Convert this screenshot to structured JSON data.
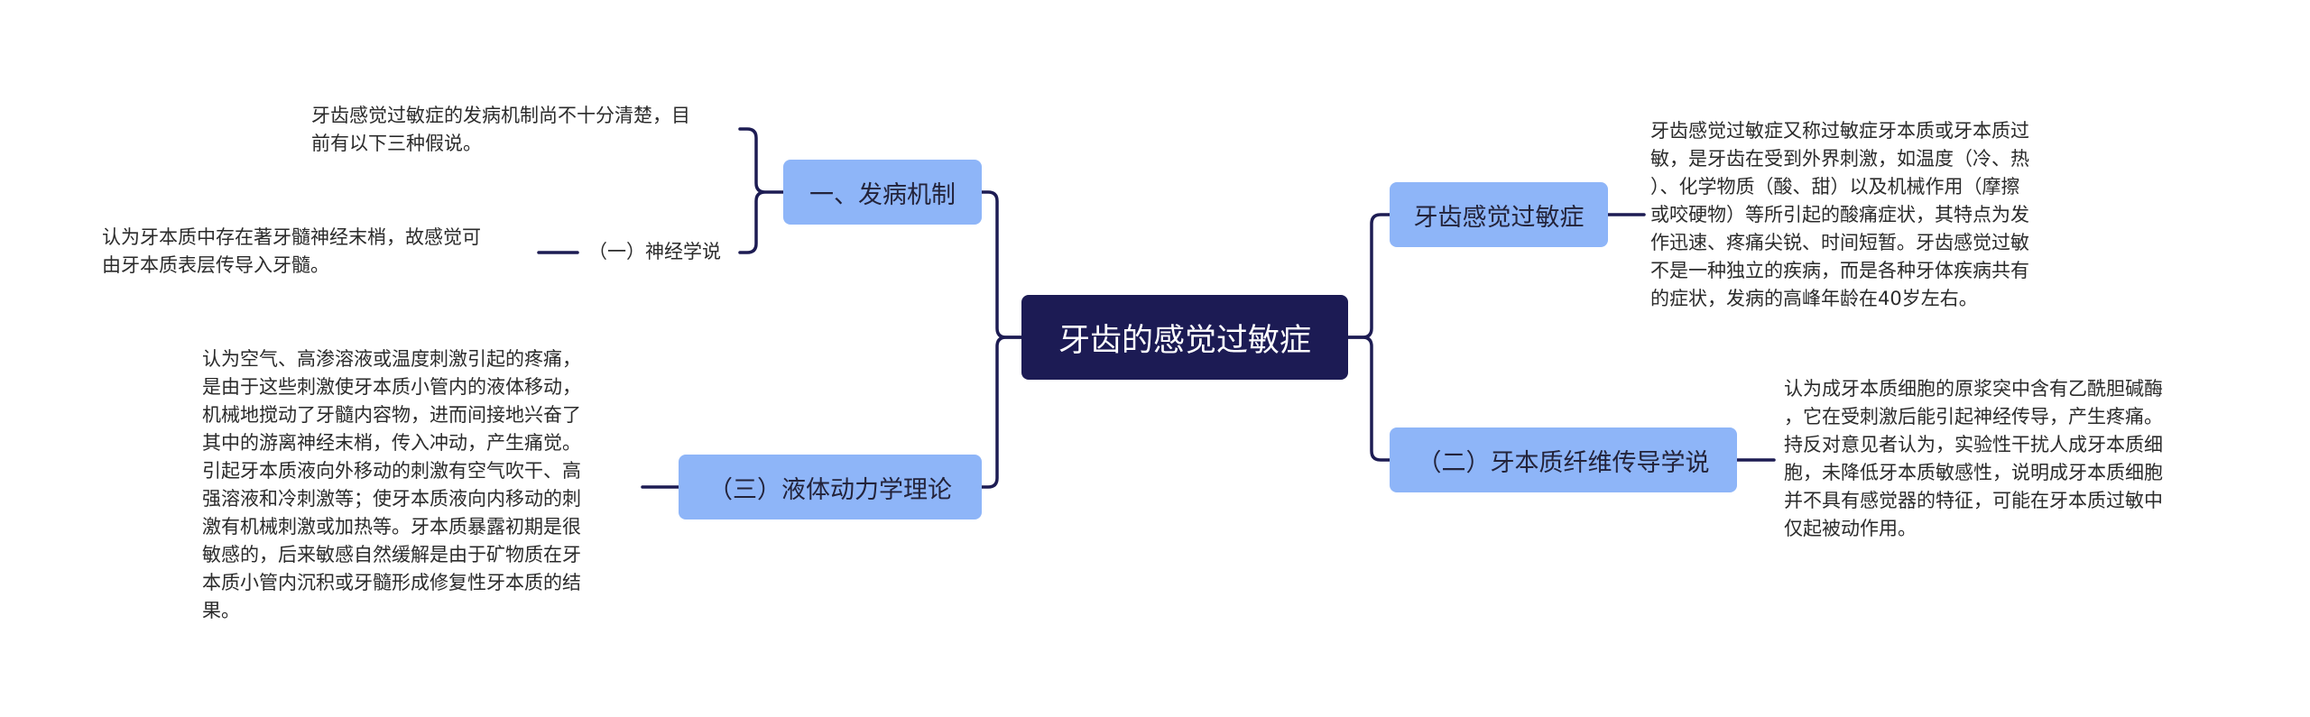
{
  "root": {
    "label": "牙齿的感觉过敏症"
  },
  "branches": {
    "mechanism": {
      "label": "一、发病机制",
      "intro": [
        "牙齿感觉过敏症的发病机制尚不十分清楚，目",
        "前有以下三种假说。"
      ],
      "neural": {
        "label": "（一）神经学说",
        "text": [
          "认为牙本质中存在著牙髓神经末梢，故感觉可",
          "由牙本质表层传导入牙髓。"
        ]
      }
    },
    "hydrodynamic": {
      "label": "（三）液体动力学理论",
      "text": [
        "认为空气、高渗溶液或温度刺激引起的疼痛，",
        "是由于这些刺激使牙本质小管内的液体移动，",
        "机械地搅动了牙髓内容物，进而间接地兴奋了",
        "其中的游离神经末梢，传入冲动，产生痛觉。",
        "引起牙本质液向外移动的刺激有空气吹干、高",
        "强溶液和冷刺激等；使牙本质液向内移动的刺",
        "激有机械刺激或加热等。牙本质暴露初期是很",
        "敏感的，后来敏感自然缓解是由于矿物质在牙",
        "本质小管内沉积或牙髓形成修复性牙本质的结",
        "果。"
      ]
    },
    "definition": {
      "label": "牙齿感觉过敏症",
      "text": [
        "牙齿感觉过敏症又称过敏症牙本质或牙本质过",
        "敏，是牙齿在受到外界刺激，如温度（冷、热",
        "）、化学物质（酸、甜）以及机械作用（摩擦",
        "或咬硬物）等所引起的酸痛症状，其特点为发",
        "作迅速、疼痛尖锐、时间短暂。牙齿感觉过敏",
        "不是一种独立的疾病，而是各种牙体疾病共有",
        "的症状，发病的高峰年龄在40岁左右。"
      ]
    },
    "fiber": {
      "label": "（二）牙本质纤维传导学说",
      "text": [
        "认为成牙本质细胞的原浆突中含有乙酰胆碱酶",
        "，它在受刺激后能引起神经传导，产生疼痛。",
        "持反对意见者认为，实验性干扰人成牙本质细",
        "胞，未降低牙本质敏感性，说明成牙本质细胞",
        "并不具有感觉器的特征，可能在牙本质过敏中",
        "仅起被动作用。"
      ]
    }
  },
  "colors": {
    "root_bg": "#1c1b54",
    "branch_bg": "#8eb5f8",
    "connector": "#1d1c53",
    "text": "#2b2b2b"
  }
}
